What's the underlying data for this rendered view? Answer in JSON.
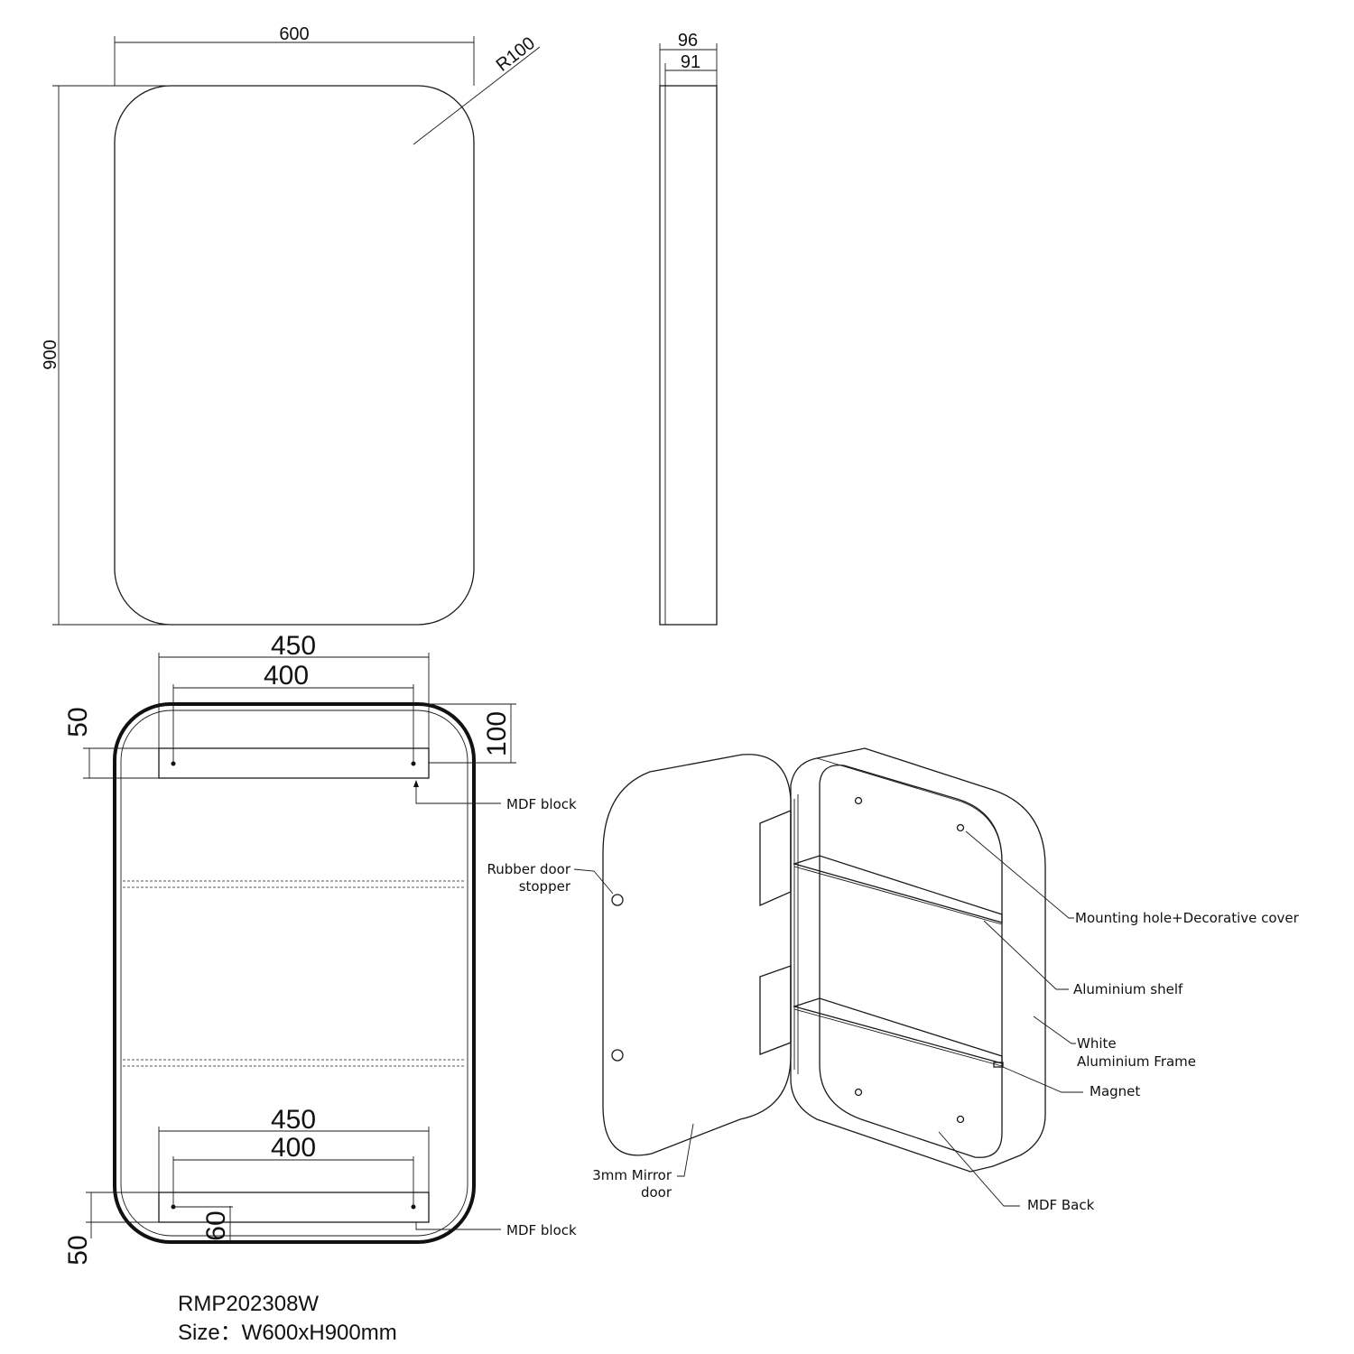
{
  "front_view": {
    "width": "600",
    "height": "900",
    "radius": "R100"
  },
  "side_view": {
    "depth_outer": "96",
    "depth_inner": "91"
  },
  "back_view": {
    "top_block_width": "450",
    "top_hole_spacing": "400",
    "top_offset": "50",
    "top_block_height": "100",
    "top_block_label": "MDF block",
    "bottom_block_width": "450",
    "bottom_hole_spacing": "400",
    "bottom_offset": "50",
    "bottom_block_height": "60",
    "bottom_block_label": "MDF block"
  },
  "iso_labels": {
    "rubber_stopper_line1": "Rubber door",
    "rubber_stopper_line2": "stopper",
    "mirror_door_line1": "3mm Mirror",
    "mirror_door_line2": "door",
    "mounting_hole": "Mounting hole+Decorative cover",
    "shelf": "Aluminium shelf",
    "frame_line1": "White",
    "frame_line2": "Aluminium Frame",
    "magnet": "Magnet",
    "mdf_back": "MDF Back"
  },
  "footer": {
    "model": "RMP202308W",
    "size": "Size：W600xH900mm"
  }
}
